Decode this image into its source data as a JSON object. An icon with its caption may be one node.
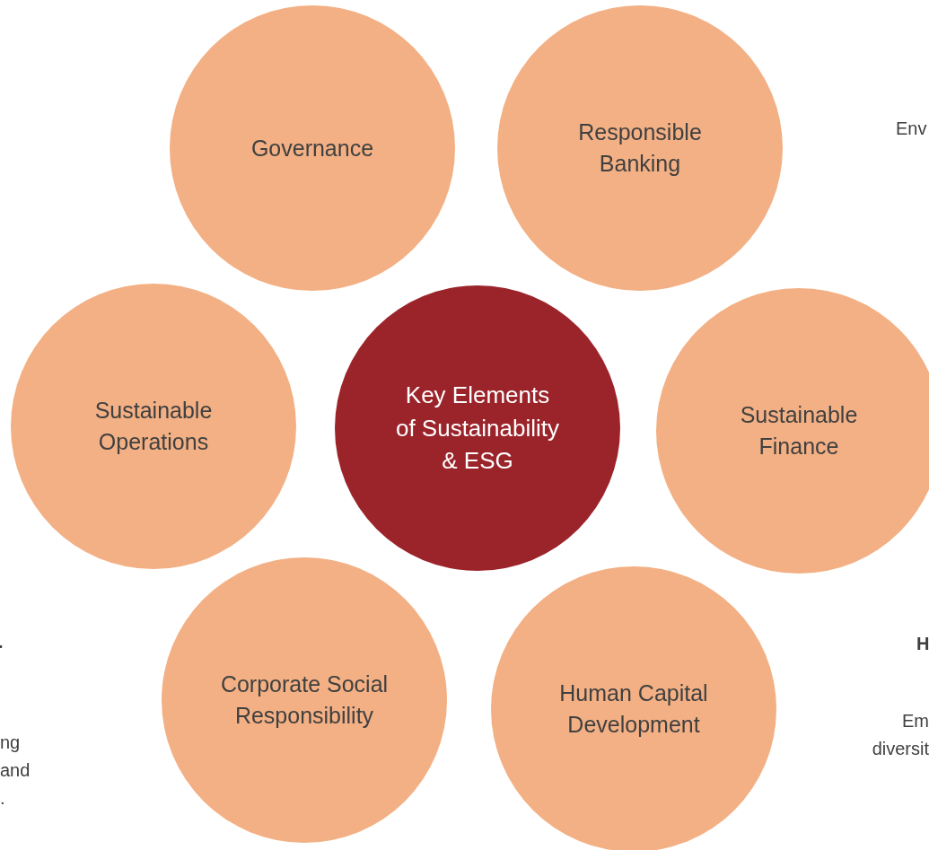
{
  "diagram": {
    "nodes": [
      {
        "text": [
          "Governance"
        ]
      },
      {
        "text": [
          "Responsible Banking"
        ]
      },
      {
        "text": [
          "Sustainable Operations"
        ]
      },
      {
        "text": [
          "Key Elements of Sustainability & ESG"
        ]
      },
      {
        "text": [
          "Sustainable Finance"
        ]
      },
      {
        "text": [
          "Corporate Social Responsibility"
        ]
      },
      {
        "text": [
          "Human Capital Development"
        ]
      }
    ],
    "labels": [
      "Env",
      ".",
      "ng and .",
      "H",
      "Em diversit"
    ]
  }
}
